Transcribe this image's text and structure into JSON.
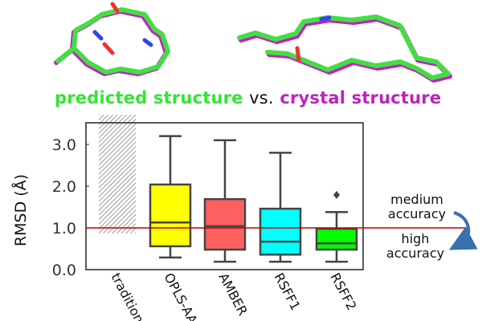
{
  "caption": {
    "predicted": "predicted structure",
    "vs": "vs.",
    "crystal": "crystal structure"
  },
  "annotations": {
    "medium": [
      "medium",
      "accuracy"
    ],
    "high": [
      "high",
      "accuracy"
    ]
  },
  "colors": {
    "predicted": "#33e633",
    "crystal": "#c020c0",
    "threshold": "#c00000"
  },
  "chart_data": {
    "type": "box",
    "ylabel": "RMSD (Å)",
    "ylim": [
      0,
      3.5
    ],
    "yticks": [
      "0.0",
      "1.0",
      "2.0",
      "3.0"
    ],
    "ytick_values": [
      0,
      1,
      2,
      3
    ],
    "threshold": 1.0,
    "categories": [
      "traditional",
      "OPLS-AA",
      "AMBER",
      "RSFF1",
      "RSFF2"
    ],
    "series": [
      {
        "name": "traditional",
        "hatched_range": [
          0.87,
          3.5
        ],
        "color": "#aaaaaa"
      },
      {
        "name": "OPLS-AA",
        "min": 0.29,
        "q1": 0.56,
        "median": 1.13,
        "q3": 2.04,
        "max": 3.2,
        "outliers": [],
        "color": "#ffff00"
      },
      {
        "name": "AMBER",
        "min": 0.19,
        "q1": 0.48,
        "median": 1.04,
        "q3": 1.69,
        "max": 3.1,
        "outliers": [],
        "color": "#ff6060"
      },
      {
        "name": "RSFF1",
        "min": 0.19,
        "q1": 0.36,
        "median": 0.67,
        "q3": 1.46,
        "max": 2.8,
        "outliers": [],
        "color": "#00ffff"
      },
      {
        "name": "RSFF2",
        "min": 0.19,
        "q1": 0.48,
        "median": 0.63,
        "q3": 0.98,
        "max": 1.38,
        "outliers": [
          1.79
        ],
        "color": "#00ff00"
      }
    ]
  }
}
